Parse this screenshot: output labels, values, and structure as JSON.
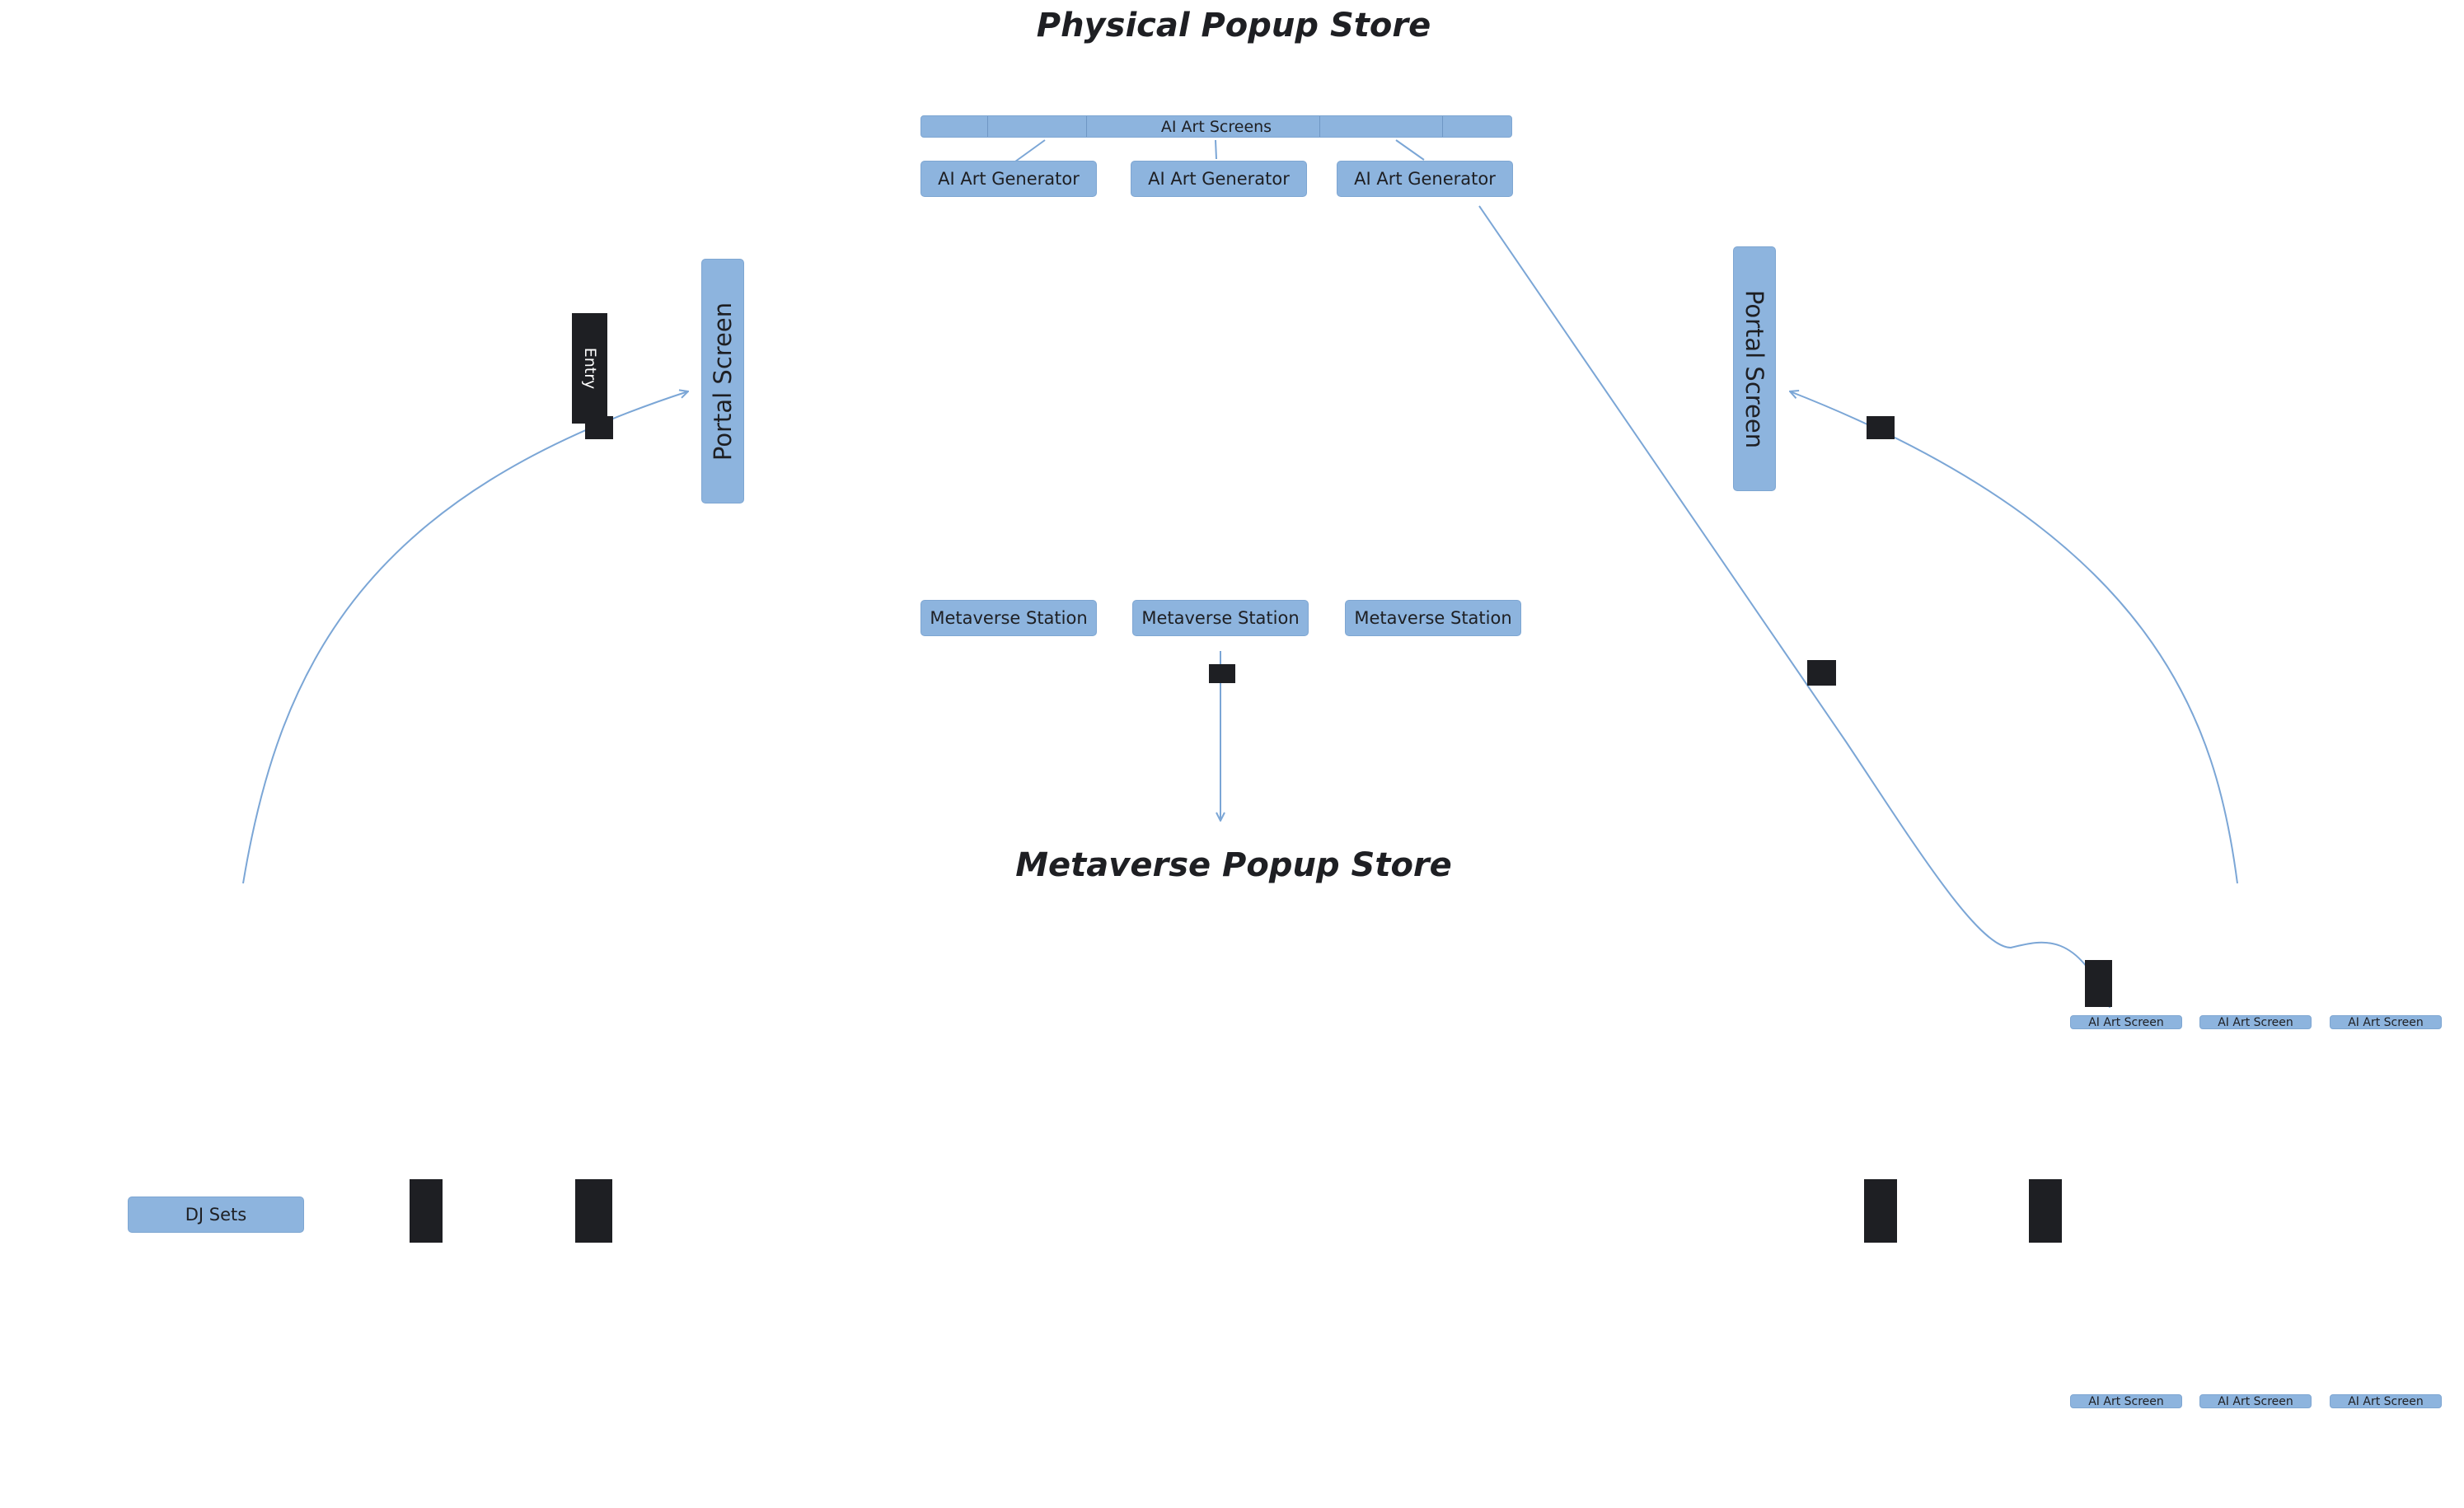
{
  "titles": {
    "physical": "Physical Popup Store",
    "metaverse": "Metaverse Popup Store"
  },
  "ai_art_screens_bar": "AI Art Screens",
  "ai_art_generators": [
    "AI Art Generator",
    "AI Art Generator",
    "AI Art Generator"
  ],
  "metaverse_stations": [
    "Metaverse Station",
    "Metaverse Station",
    "Metaverse Station"
  ],
  "portal_screens": [
    "Portal Screen",
    "Portal Screen"
  ],
  "entry": "Entry",
  "dj_sets": "DJ Sets",
  "ai_art_screen_tiles": {
    "top_row": [
      "AI Art Screen",
      "AI Art Screen",
      "AI Art Screen"
    ],
    "bottom_row": [
      "AI Art Screen",
      "AI Art Screen",
      "AI Art Screen"
    ]
  },
  "colors": {
    "node_fill": "#8db4de",
    "connector": "#7ba6d6",
    "dark_block": "#1e1f23",
    "title_text": "#1e1f23"
  }
}
